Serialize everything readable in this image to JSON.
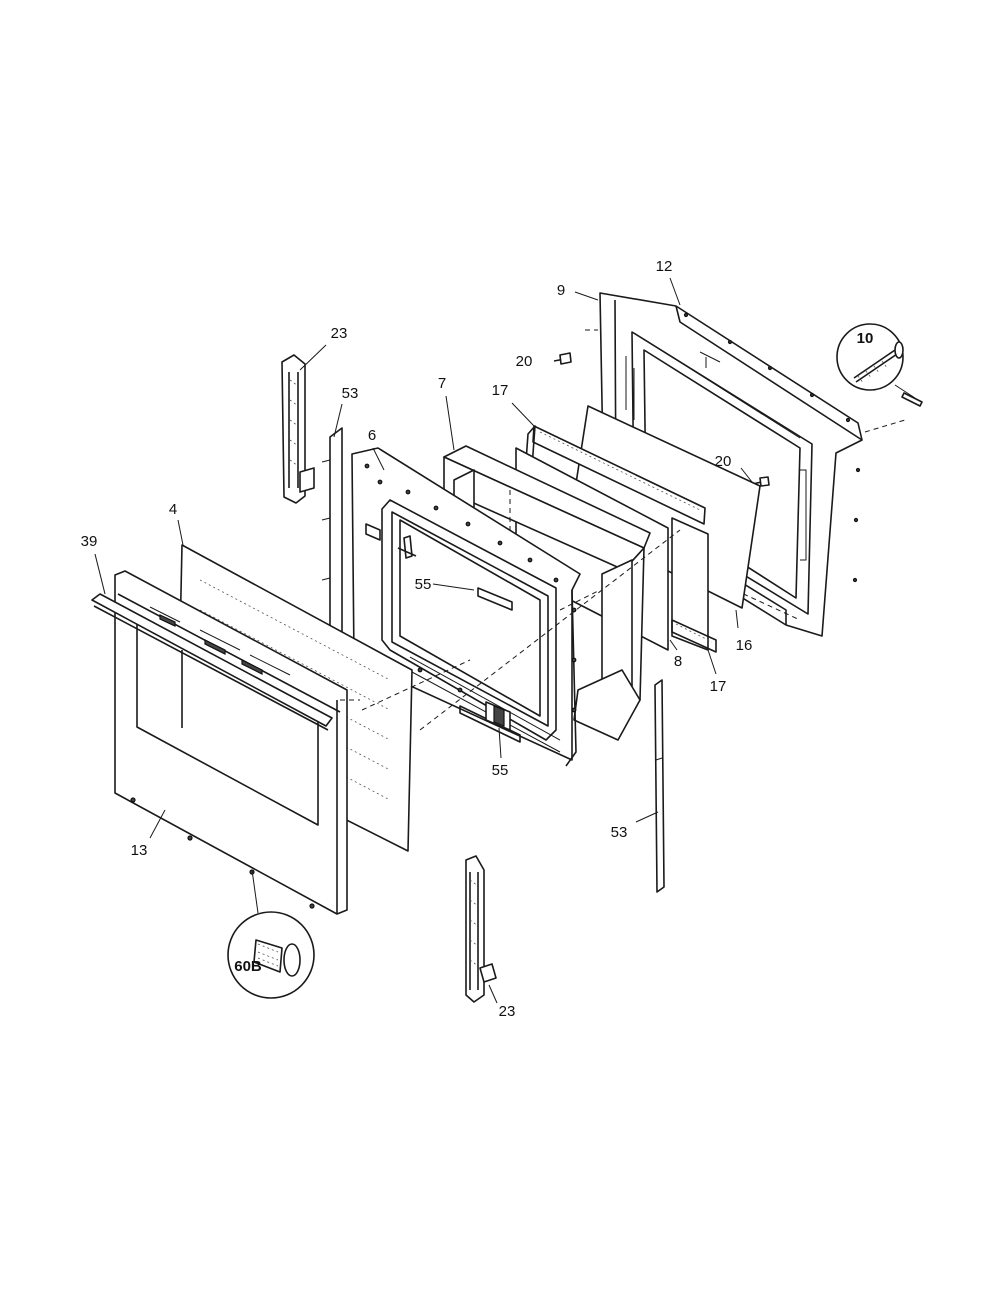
{
  "diagram": {
    "labels": {
      "l12": "12",
      "l9": "9",
      "l10": "10",
      "l23_top": "23",
      "l53_top": "53",
      "l20_left": "20",
      "l7": "7",
      "l17_top": "17",
      "l6": "6",
      "l20_right": "20",
      "l4": "4",
      "l39": "39",
      "l55_mid": "55",
      "l16": "16",
      "l8": "8",
      "l17_bottom": "17",
      "l55_bottom": "55",
      "l53_bottom": "53",
      "l13": "13",
      "l60b": "60B",
      "l23_bottom": "23"
    }
  }
}
